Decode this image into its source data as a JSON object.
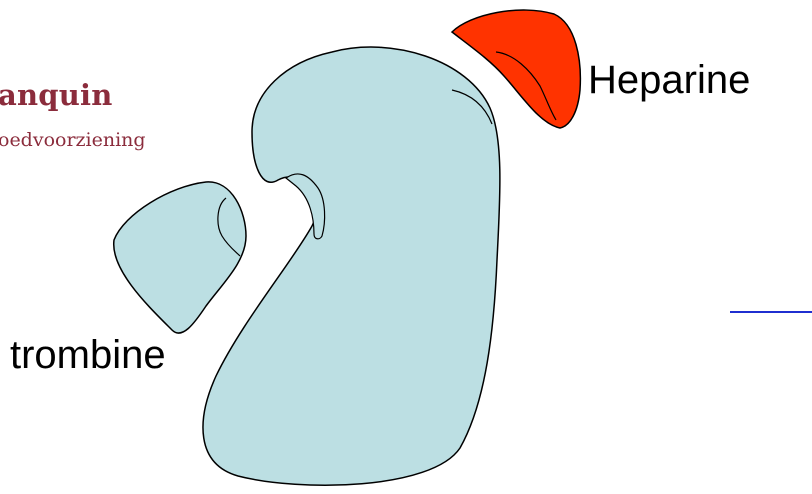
{
  "logo": {
    "name": "anquin",
    "tagline": "oedvoorziening"
  },
  "labels": {
    "heparine": "Heparine",
    "trombine": "trombine"
  },
  "colors": {
    "protein_fill": "#bcdfe3",
    "heparine_fill": "#ff3300",
    "outline": "#000000",
    "logo": "#8b2c3c",
    "accent_line": "#1f2fd0"
  }
}
